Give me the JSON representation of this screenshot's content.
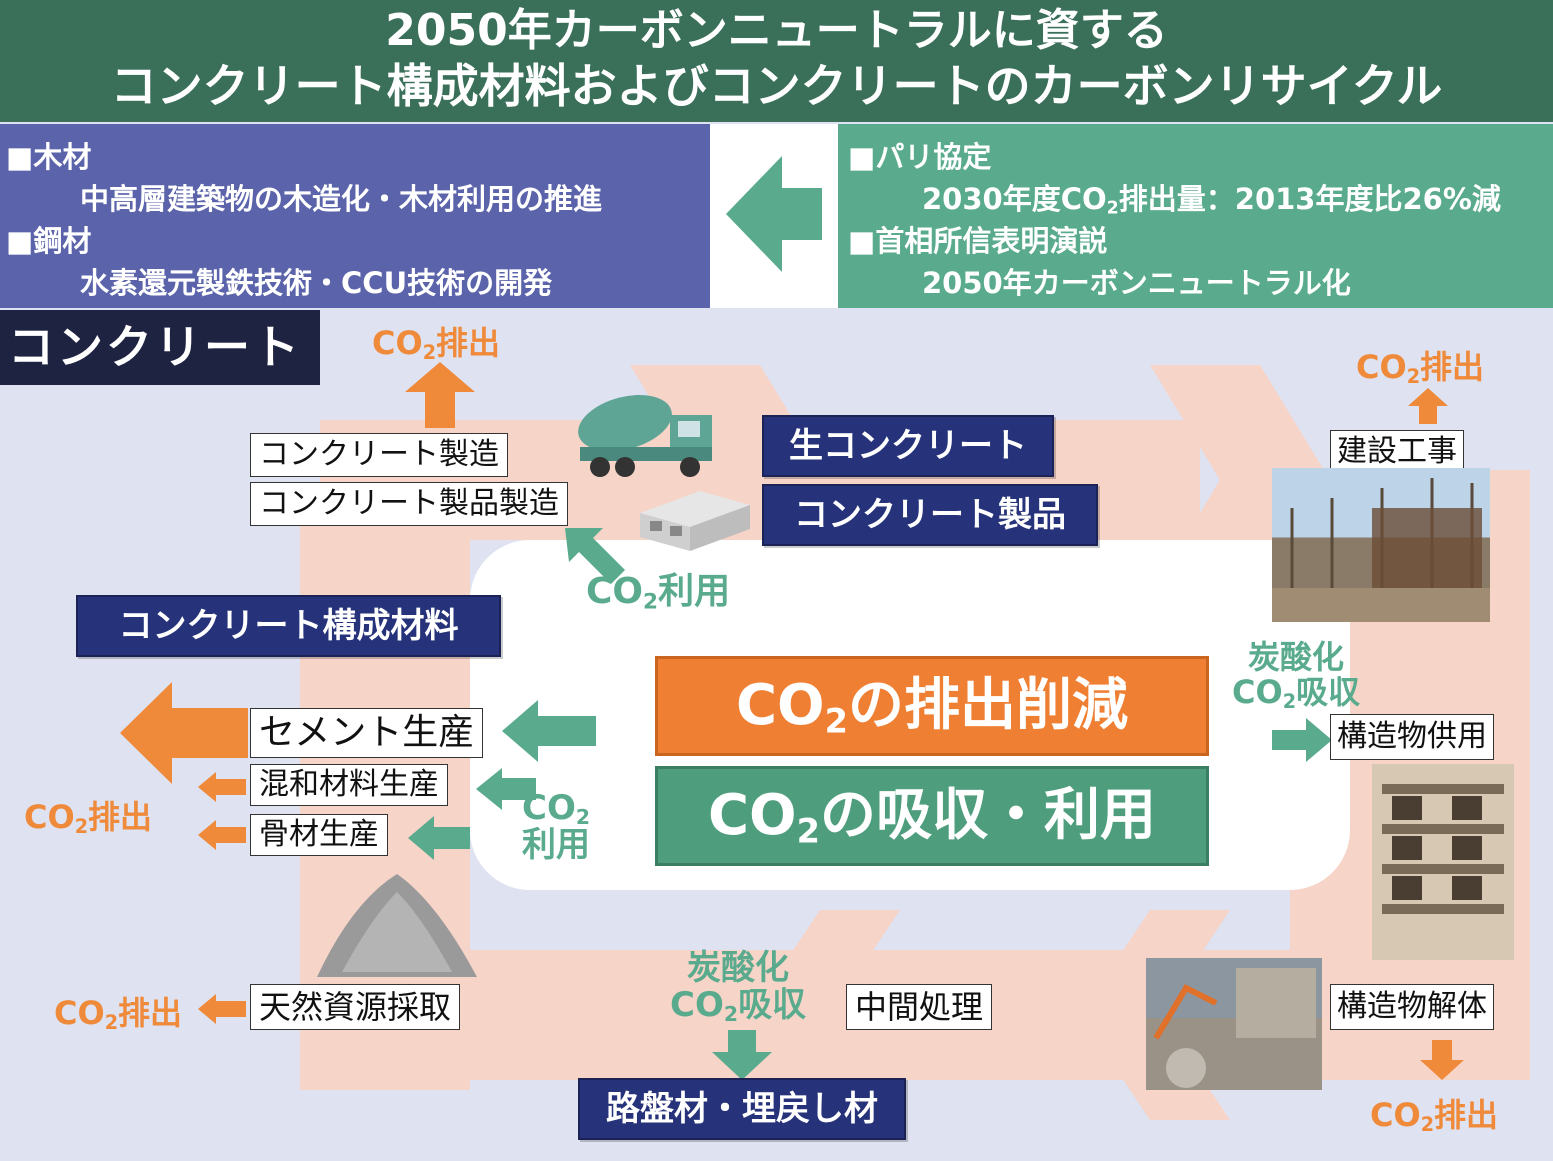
{
  "title": {
    "line1": "2050年カーボンニュートラルに資する",
    "line2": "コンクリート構成材料およびコンクリートのカーボンリサイクル"
  },
  "policy_left": {
    "wood_heading": "■木材",
    "wood_text": "中高層建築物の木造化・木材利用の推進",
    "steel_heading": "■鋼材",
    "steel_text": "水素還元製鉄技術・CCU技術の開発"
  },
  "policy_right": {
    "paris_heading": "■パリ協定",
    "paris_text_pre": "2030年度CO",
    "paris_text_sub": "2",
    "paris_text_post": "排出量：2013年度比26%減",
    "pm_heading": "■首相所信表明演説",
    "pm_text": "2050年カーボンニュートラル化"
  },
  "section_label": "コンクリート",
  "processes": {
    "concrete_manufacturing": "コンクリート製造",
    "concrete_product_manufacturing": "コンクリート製品製造",
    "cement_production": "セメント生産",
    "admixture_production": "混和材料生産",
    "aggregate_production": "骨材生産",
    "natural_resource_extraction": "天然資源採取",
    "intermediate_treatment": "中間処理",
    "construction_work": "建設工事",
    "structure_in_service": "構造物供用",
    "structure_demolition": "構造物解体"
  },
  "products": {
    "ready_mixed": "生コンクリート",
    "concrete_products": "コンクリート製品",
    "constituent_materials": "コンクリート構成材料",
    "roadbed_backfill": "路盤材・埋戻し材"
  },
  "co2_labels": {
    "emission_prefix": "CO",
    "sub2": "2",
    "emission_suffix": "排出",
    "utilization_suffix": "利用",
    "carbonation": "炭酸化",
    "absorption_suffix": "吸収"
  },
  "center": {
    "reduction_prefix": "CO",
    "reduction_sub": "2",
    "reduction_suffix": "の排出削減",
    "absorb_prefix": "CO",
    "absorb_sub": "2",
    "absorb_suffix": "の吸収・利用"
  },
  "colors": {
    "title_bg": "#3a6f5a",
    "policy_left_bg": "#5b63aa",
    "policy_right_bg": "#5aab8e",
    "emission_orange": "#ef8a3a",
    "absorb_green": "#5aab8e",
    "navy_box": "#263279",
    "cycle_pink": "#f7d4c8"
  }
}
